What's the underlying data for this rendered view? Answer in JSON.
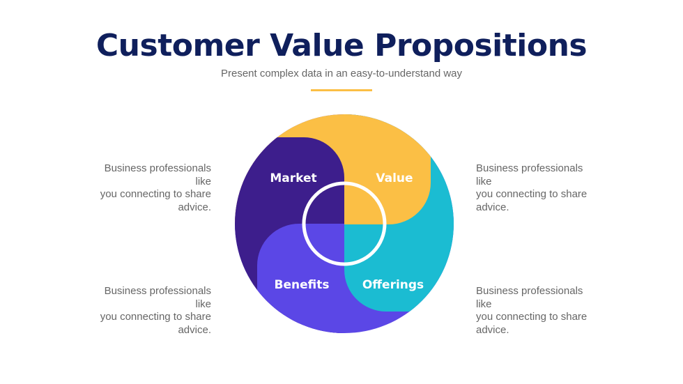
{
  "header": {
    "title": "Customer Value Propositions",
    "subtitle": "Present complex data in an easy-to-understand way"
  },
  "diagram": {
    "segments": [
      {
        "label": "Market",
        "color": "#3d1e8c"
      },
      {
        "label": "Value",
        "color": "#fbbf45"
      },
      {
        "label": "Benefits",
        "color": "#5b47e6"
      },
      {
        "label": "Offerings",
        "color": "#1bbcd2"
      }
    ]
  },
  "notes": {
    "top_left": [
      "Business professionals like",
      "you connecting to share",
      "advice."
    ],
    "bottom_left": [
      "Business professionals like",
      "you connecting to share",
      "advice."
    ],
    "top_right": [
      "Business professionals like",
      "you connecting to share",
      "advice."
    ],
    "bottom_right": [
      "Business professionals like",
      "you connecting to share",
      "advice."
    ]
  }
}
